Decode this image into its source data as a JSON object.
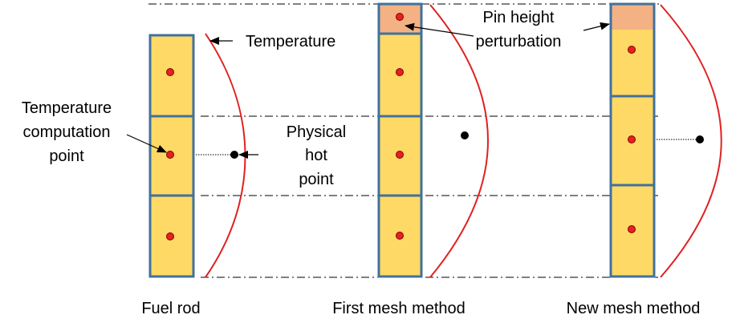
{
  "labels": {
    "temperature": "Temperature",
    "pin_height_1": "Pin height",
    "pin_height_2": "perturbation",
    "temp_comp_1": "Temperature",
    "temp_comp_2": "computation",
    "temp_comp_3": "point",
    "hot_1": "Physical",
    "hot_2": "hot",
    "hot_3": "point",
    "fuel_rod": "Fuel rod",
    "first_mesh": "First mesh method",
    "new_mesh": "New mesh method"
  },
  "colors": {
    "cell_fill": "#FFD966",
    "perturbation_fill": "#F4B183",
    "cell_border": "#41719C",
    "profile_curve": "#E02020",
    "computation_point": "#E82020",
    "hot_point": "#000000",
    "guide_line": "#000000"
  }
}
